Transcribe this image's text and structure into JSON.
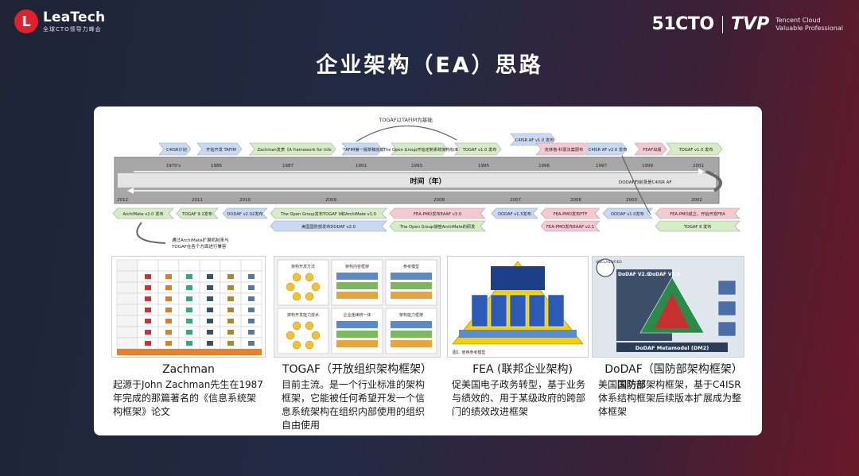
{
  "brand": {
    "left_mark": "L",
    "left_name": "LeaTech",
    "left_sub": "全球CTO领导力峰会",
    "right_51": "51CTO",
    "right_tvp": "TVP",
    "right_tc1": "Tencent Cloud",
    "right_tc2": "Valuable Professional"
  },
  "title": "企业架构（EA）思路",
  "timeline": {
    "top_note": "TOGAF以TAFIM为基础",
    "bar_label": "时间（年）",
    "dodaf_note": "DODAF的前身是C4ISR AF",
    "bottom_note1": "通过ArchiMate扩展机制来与",
    "bottom_note2": "TOGAF在各个方面进行兼容",
    "upper_years": [
      "1970's",
      "1986",
      "1987",
      "1991",
      "1993",
      "1995",
      "1996",
      "1997",
      "1999",
      "2001"
    ],
    "lower_years": [
      "2012",
      "2011",
      "2010",
      "2009",
      "2008",
      "2007",
      "2006",
      "2003",
      "2002"
    ],
    "upper_events": [
      {
        "text": "C4ISR计划",
        "color": "blue"
      },
      {
        "text": "开始开发 TAFIM",
        "color": "blue"
      },
      {
        "text": "Zachman发表《A framework for information system architecture》",
        "color": "green"
      },
      {
        "text": "TAFIM第一版草稿完成",
        "color": "blue"
      },
      {
        "text": "The Open Group开始定制系统架构标准",
        "color": "green"
      },
      {
        "text": "TOGAF v1.0 发布",
        "color": "green"
      },
      {
        "text": "C4ISR AF v1.0 发布",
        "color": "blue"
      },
      {
        "text": "克林格-科恩法案颁布",
        "color": "pink"
      },
      {
        "text": "C4ISR AF v2.0 发布",
        "color": "blue"
      },
      {
        "text": "FEAF出版",
        "color": "pink"
      },
      {
        "text": "TOGAF v1.0 发布",
        "color": "green"
      }
    ],
    "lower_events": [
      {
        "text": "ArchiMate v2.0 发布",
        "color": "green"
      },
      {
        "text": "TOGAF 9.1发布",
        "color": "green"
      },
      {
        "text": "DODAF v2.02发布",
        "color": "blue"
      },
      {
        "text": "The Open Group发布TOGAF 9和ArchiMate v1.0",
        "color": "green"
      },
      {
        "text": "美国国防部发布DODAF v2.0",
        "color": "blue"
      },
      {
        "text": "FEA-PMO发布EAAF v3.0",
        "color": "pink"
      },
      {
        "text": "The Open Group接管ArchiMate的研发",
        "color": "green"
      },
      {
        "text": "DODAF v1.5发布",
        "color": "blue"
      },
      {
        "text": "FEA-PMO发布FTF",
        "color": "pink"
      },
      {
        "text": "FEA-PMO发布EAAF v2.1",
        "color": "pink"
      },
      {
        "text": "DODAF v1.0发布",
        "color": "blue"
      },
      {
        "text": "FEA-PMO成立，开始开发FEA",
        "color": "pink"
      },
      {
        "text": "TOGAF 8 发布",
        "color": "green"
      }
    ]
  },
  "frameworks": [
    {
      "name": "Zachman",
      "desc": "起源于John Zachman先生在1987年完成的那篇著名的《信息系统架构框架》论文"
    },
    {
      "name": "TOGAF（开放组织架构框架）",
      "desc": "目前主流。是一个行业标准的架构框架，它能被任何希望开发一个信息系统架构在组织内部使用的组织自由使用"
    },
    {
      "name": "FEA (联邦企业架构)",
      "desc": "促美国电子政务转型，基于业务与绩效的、用于某级政府的跨部门的绩效改进框架"
    },
    {
      "name": "DoDAF（国防部架构框架）",
      "desc_pre": "美国",
      "desc_bold": "国防部",
      "desc_post": "架构框架，基于C4ISR体系结构框架后续版本扩展成为整体框架"
    }
  ],
  "thumbs": {
    "dodaf_v20": "DoDAF V2.0",
    "dodaf_v15": "DoDAF V1.5",
    "dodaf_meta": "DoDAF Metamodel (DM2)",
    "unclassified": "UNCLASSIFIED",
    "fea_caption": "图1. 使用参考模型",
    "togaf_cells": [
      "架构开发方法",
      "架构内容框架",
      "参考模型",
      "架构开发能力技术",
      "企业连续统一体",
      "架构能力框架"
    ]
  },
  "colors": {
    "blue": "#c9d9f2",
    "green": "#d7ecc4",
    "pink": "#f5c9cf",
    "bar": "#9a9a9a"
  }
}
